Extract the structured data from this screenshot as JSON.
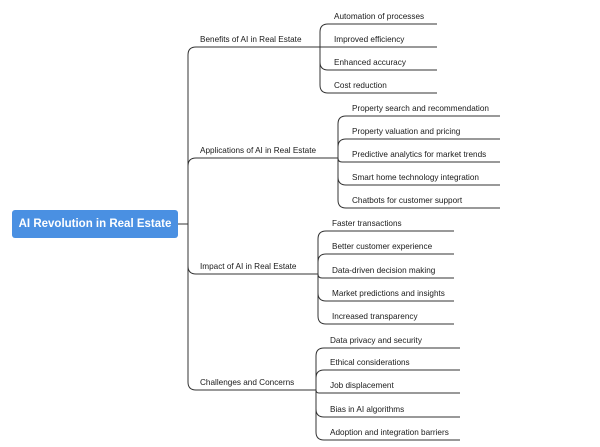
{
  "root": {
    "label": "AI Revolution in Real Estate"
  },
  "branches": [
    {
      "label": "Benefits of AI in Real Estate",
      "items": [
        "Automation of processes",
        "Improved efficiency",
        "Enhanced accuracy",
        "Cost reduction"
      ]
    },
    {
      "label": "Applications of AI in Real Estate",
      "items": [
        "Property search and recommendation",
        "Property valuation and pricing",
        "Predictive analytics for market trends",
        "Smart home technology integration",
        "Chatbots for customer support"
      ]
    },
    {
      "label": "Impact of AI in Real Estate",
      "items": [
        "Faster transactions",
        "Better customer experience",
        "Data-driven decision making",
        "Market predictions and insights",
        "Increased transparency"
      ]
    },
    {
      "label": "Challenges and Concerns",
      "items": [
        "Data privacy and security",
        "Ethical considerations",
        "Job displacement",
        "Bias in AI algorithms",
        "Adoption and integration barriers"
      ]
    }
  ],
  "colors": {
    "root_fill": "#4a90e2",
    "root_text": "#ffffff",
    "line": "#333333",
    "text": "#1a1a1a"
  }
}
